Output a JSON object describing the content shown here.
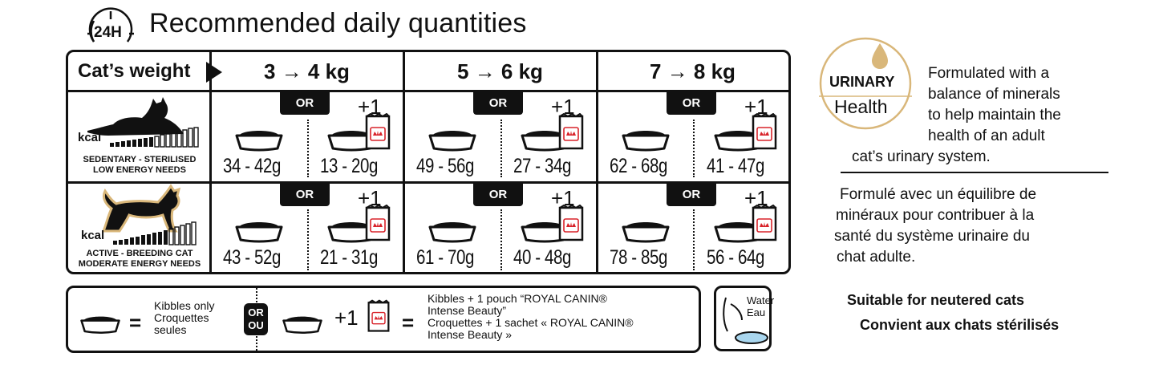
{
  "header": {
    "badge_label": "24H",
    "title": "Recommended daily quantities"
  },
  "table": {
    "cats_weight_label": "Cat’s weight",
    "ranges": [
      "3 → 4 kg",
      "5 → 6 kg",
      "7 → 8 kg"
    ],
    "or_label": "OR",
    "plus_label": "+1",
    "profiles": [
      {
        "kcal_label": "kcal",
        "line1": "SEDENTARY - STERILISED",
        "line2": "LOW ENERGY NEEDS",
        "amounts": [
          {
            "kibbles_only": "34 - 42g",
            "with_pouch": "13 - 20g"
          },
          {
            "kibbles_only": "49 - 56g",
            "with_pouch": "27 - 34g"
          },
          {
            "kibbles_only": "62 - 68g",
            "with_pouch": "41 - 47g"
          }
        ]
      },
      {
        "kcal_label": "kcal",
        "line1": "ACTIVE - BREEDING CAT",
        "line2": "MODERATE ENERGY NEEDS",
        "amounts": [
          {
            "kibbles_only": "43 - 52g",
            "with_pouch": "21 - 31g"
          },
          {
            "kibbles_only": "61 - 70g",
            "with_pouch": "40 - 48g"
          },
          {
            "kibbles_only": "78 - 85g",
            "with_pouch": "56 - 64g"
          }
        ]
      }
    ]
  },
  "legend": {
    "kibbles_en": "Kibbles only",
    "kibbles_fr_1": "Croquettes",
    "kibbles_fr_2": "seules",
    "eq": "=",
    "or_en": "OR",
    "or_fr": "OU",
    "plus": "+1",
    "mix_en_1": "Kibbles + 1 pouch “ROYAL CANIN®",
    "mix_en_2": "Intense Beauty”",
    "mix_fr_1": "Croquettes + 1 sachet « ROYAL CANIN®",
    "mix_fr_2": "Intense Beauty »",
    "water_en": "Water",
    "water_fr": "Eau"
  },
  "urinary": {
    "badge_line1": "URINARY",
    "badge_line2": "Health",
    "en_lines": [
      "Formulated with a",
      "balance of minerals",
      "to help maintain the",
      "health of an adult",
      "cat’s urinary system."
    ],
    "fr_lines": [
      "Formulé avec un équilibre de",
      "minéraux pour contribuer à la",
      "santé du système urinaire du",
      "chat adulte."
    ],
    "suitable_en": "Suitable for neutered cats",
    "suitable_fr": "Convient aux chats stérilisés"
  },
  "colors": {
    "ink": "#111111",
    "royal_red": "#d8232a",
    "urinary_gold": "#d9b77a",
    "water_blue": "#a9d6ee"
  }
}
